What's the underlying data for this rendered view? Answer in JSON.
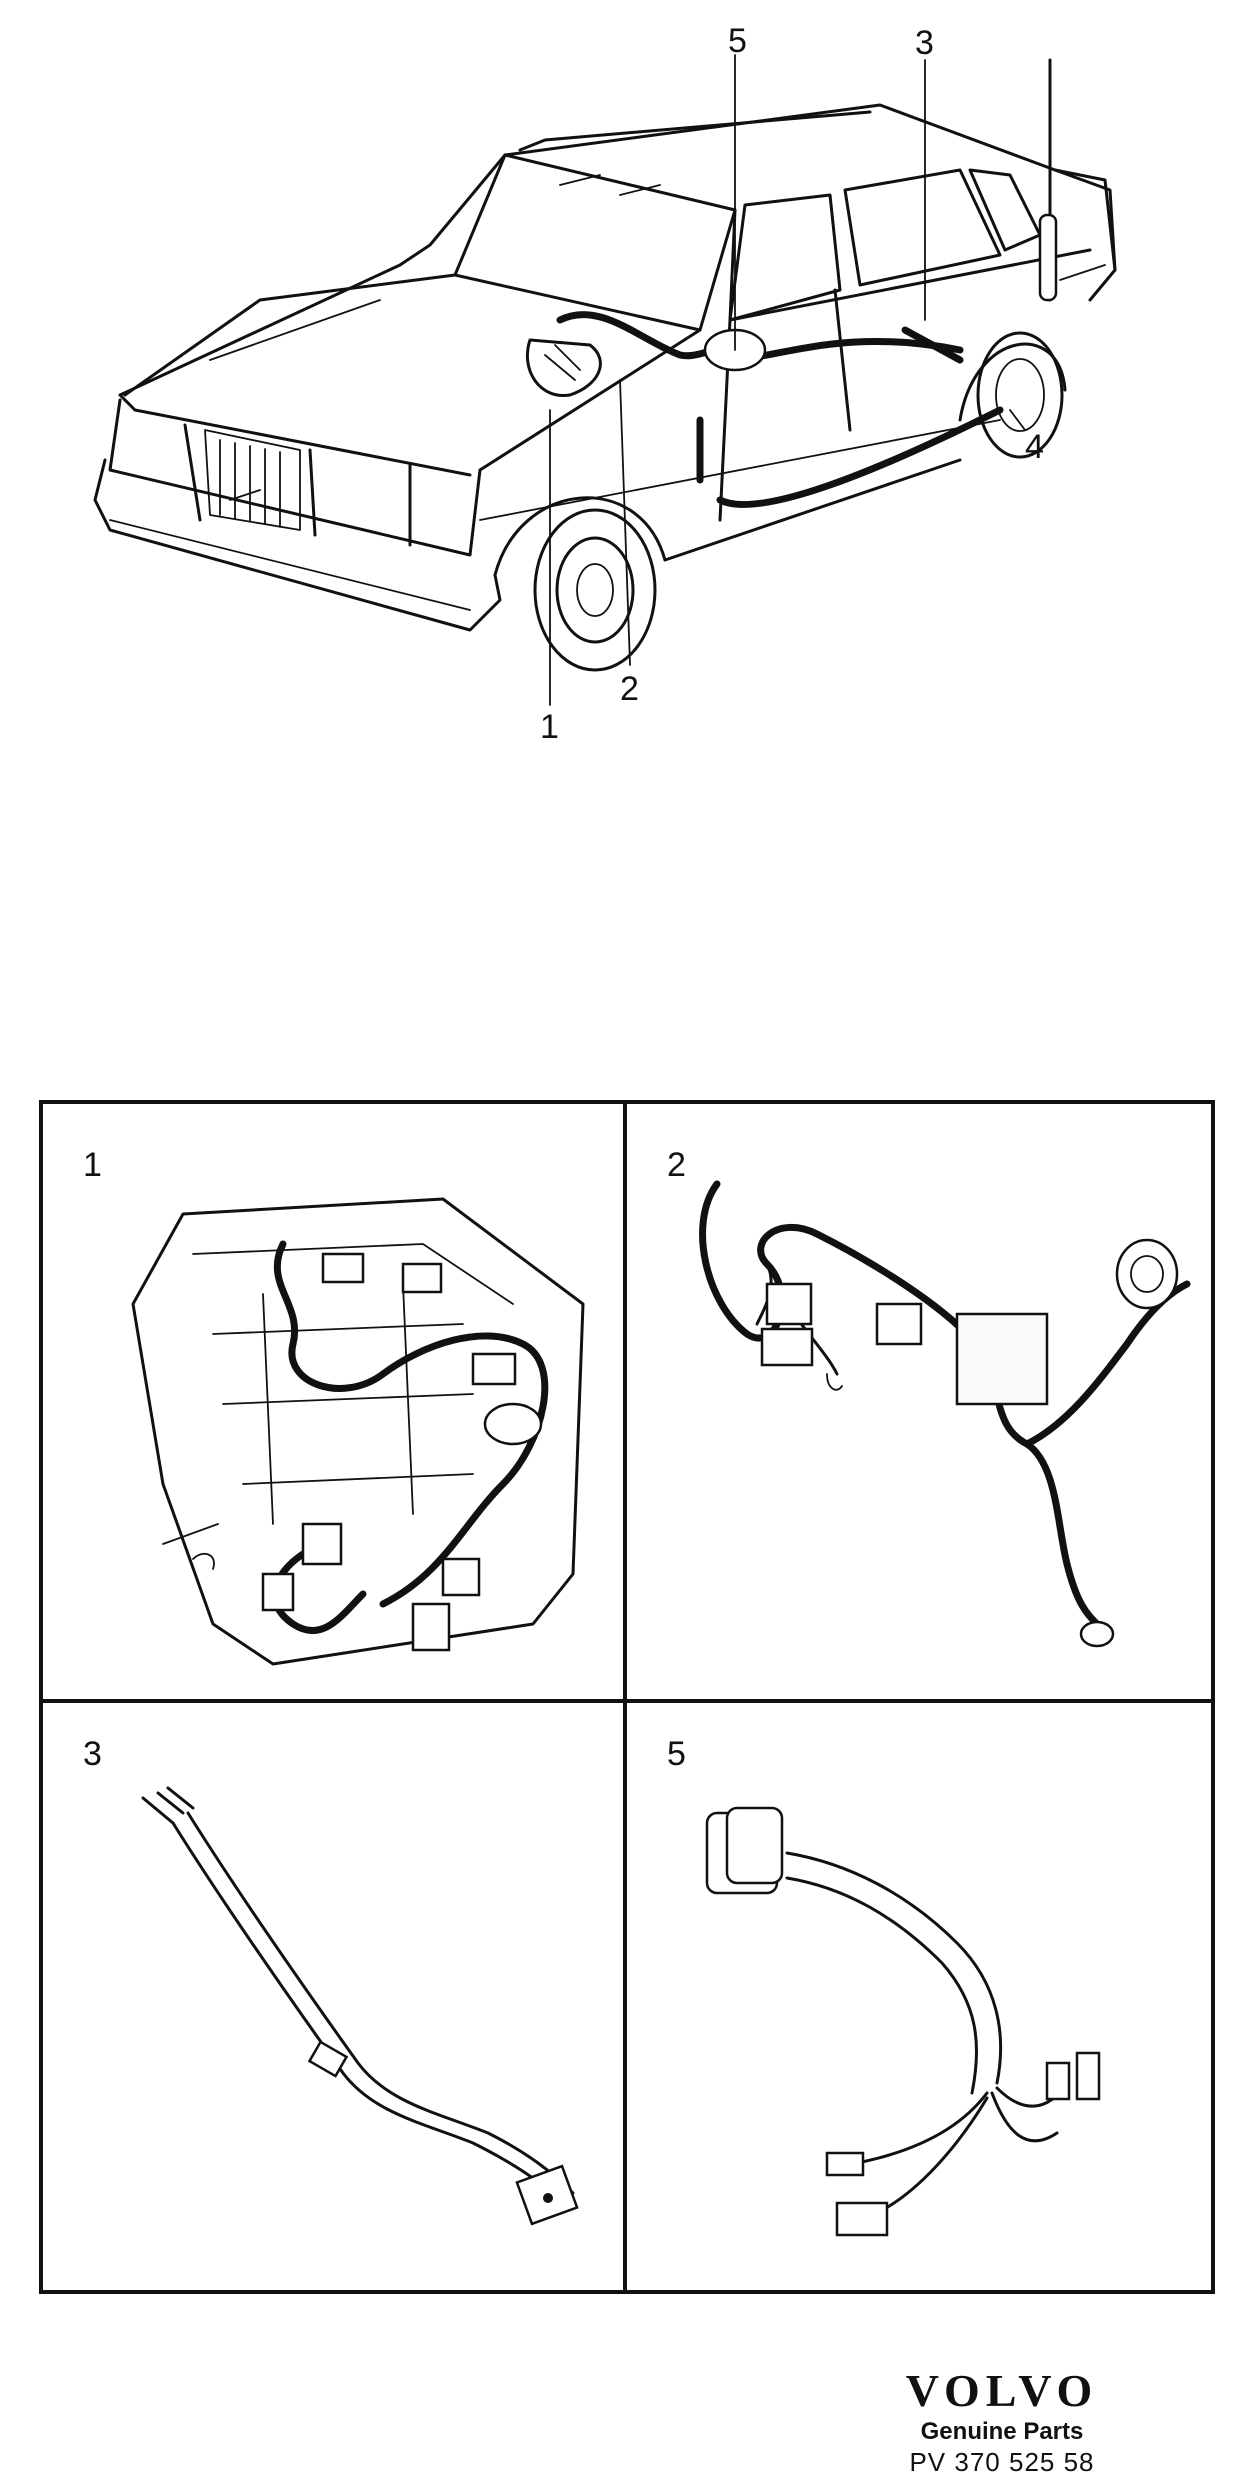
{
  "main_figure": {
    "callouts": [
      {
        "id": "1",
        "text": "1"
      },
      {
        "id": "2",
        "text": "2"
      },
      {
        "id": "3",
        "text": "3"
      },
      {
        "id": "4",
        "text": "4"
      },
      {
        "id": "5",
        "text": "5"
      }
    ]
  },
  "detail_panels": [
    {
      "id": "1",
      "number": "1"
    },
    {
      "id": "2",
      "number": "2"
    },
    {
      "id": "3",
      "number": "3"
    },
    {
      "id": "5",
      "number": "5"
    }
  ],
  "footer": {
    "brand": "VOLVO",
    "tagline": "Genuine Parts",
    "part_code": "PV 370 525 58"
  }
}
